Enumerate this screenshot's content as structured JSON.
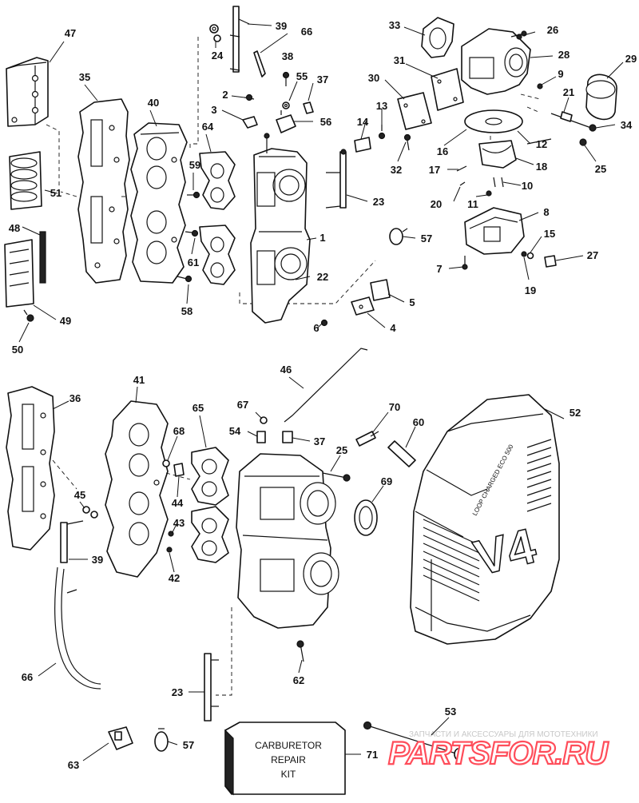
{
  "diagram": {
    "kit_label_lines": [
      "CARBURETOR",
      "REPAIR",
      "KIT"
    ],
    "cover_lettering": "V4",
    "cover_small_text": "LOOP CHARGED  ECO 500",
    "watermark": {
      "line1": "ЗАПЧАСТИ И АКСЕССУАРЫ ДЛЯ МОТОТЕХНИКИ",
      "line2": "PARTSFOR.RU"
    },
    "callouts": [
      "47",
      "35",
      "40",
      "64",
      "59",
      "61",
      "58",
      "51",
      "48",
      "49",
      "50",
      "24",
      "39",
      "66",
      "38",
      "2",
      "3",
      "55",
      "37",
      "56",
      "14",
      "13",
      "32",
      "23",
      "1",
      "22",
      "57",
      "6",
      "4",
      "5",
      "33",
      "26",
      "28",
      "29",
      "31",
      "30",
      "9",
      "21",
      "34",
      "16",
      "12",
      "25",
      "17",
      "18",
      "20",
      "11",
      "10",
      "8",
      "7",
      "15",
      "19",
      "27",
      "36",
      "41",
      "65",
      "68",
      "44",
      "43",
      "42",
      "45",
      "39",
      "66",
      "67",
      "54",
      "37",
      "46",
      "70",
      "60",
      "25",
      "69",
      "52",
      "62",
      "23",
      "63",
      "57",
      "71",
      "53"
    ]
  }
}
